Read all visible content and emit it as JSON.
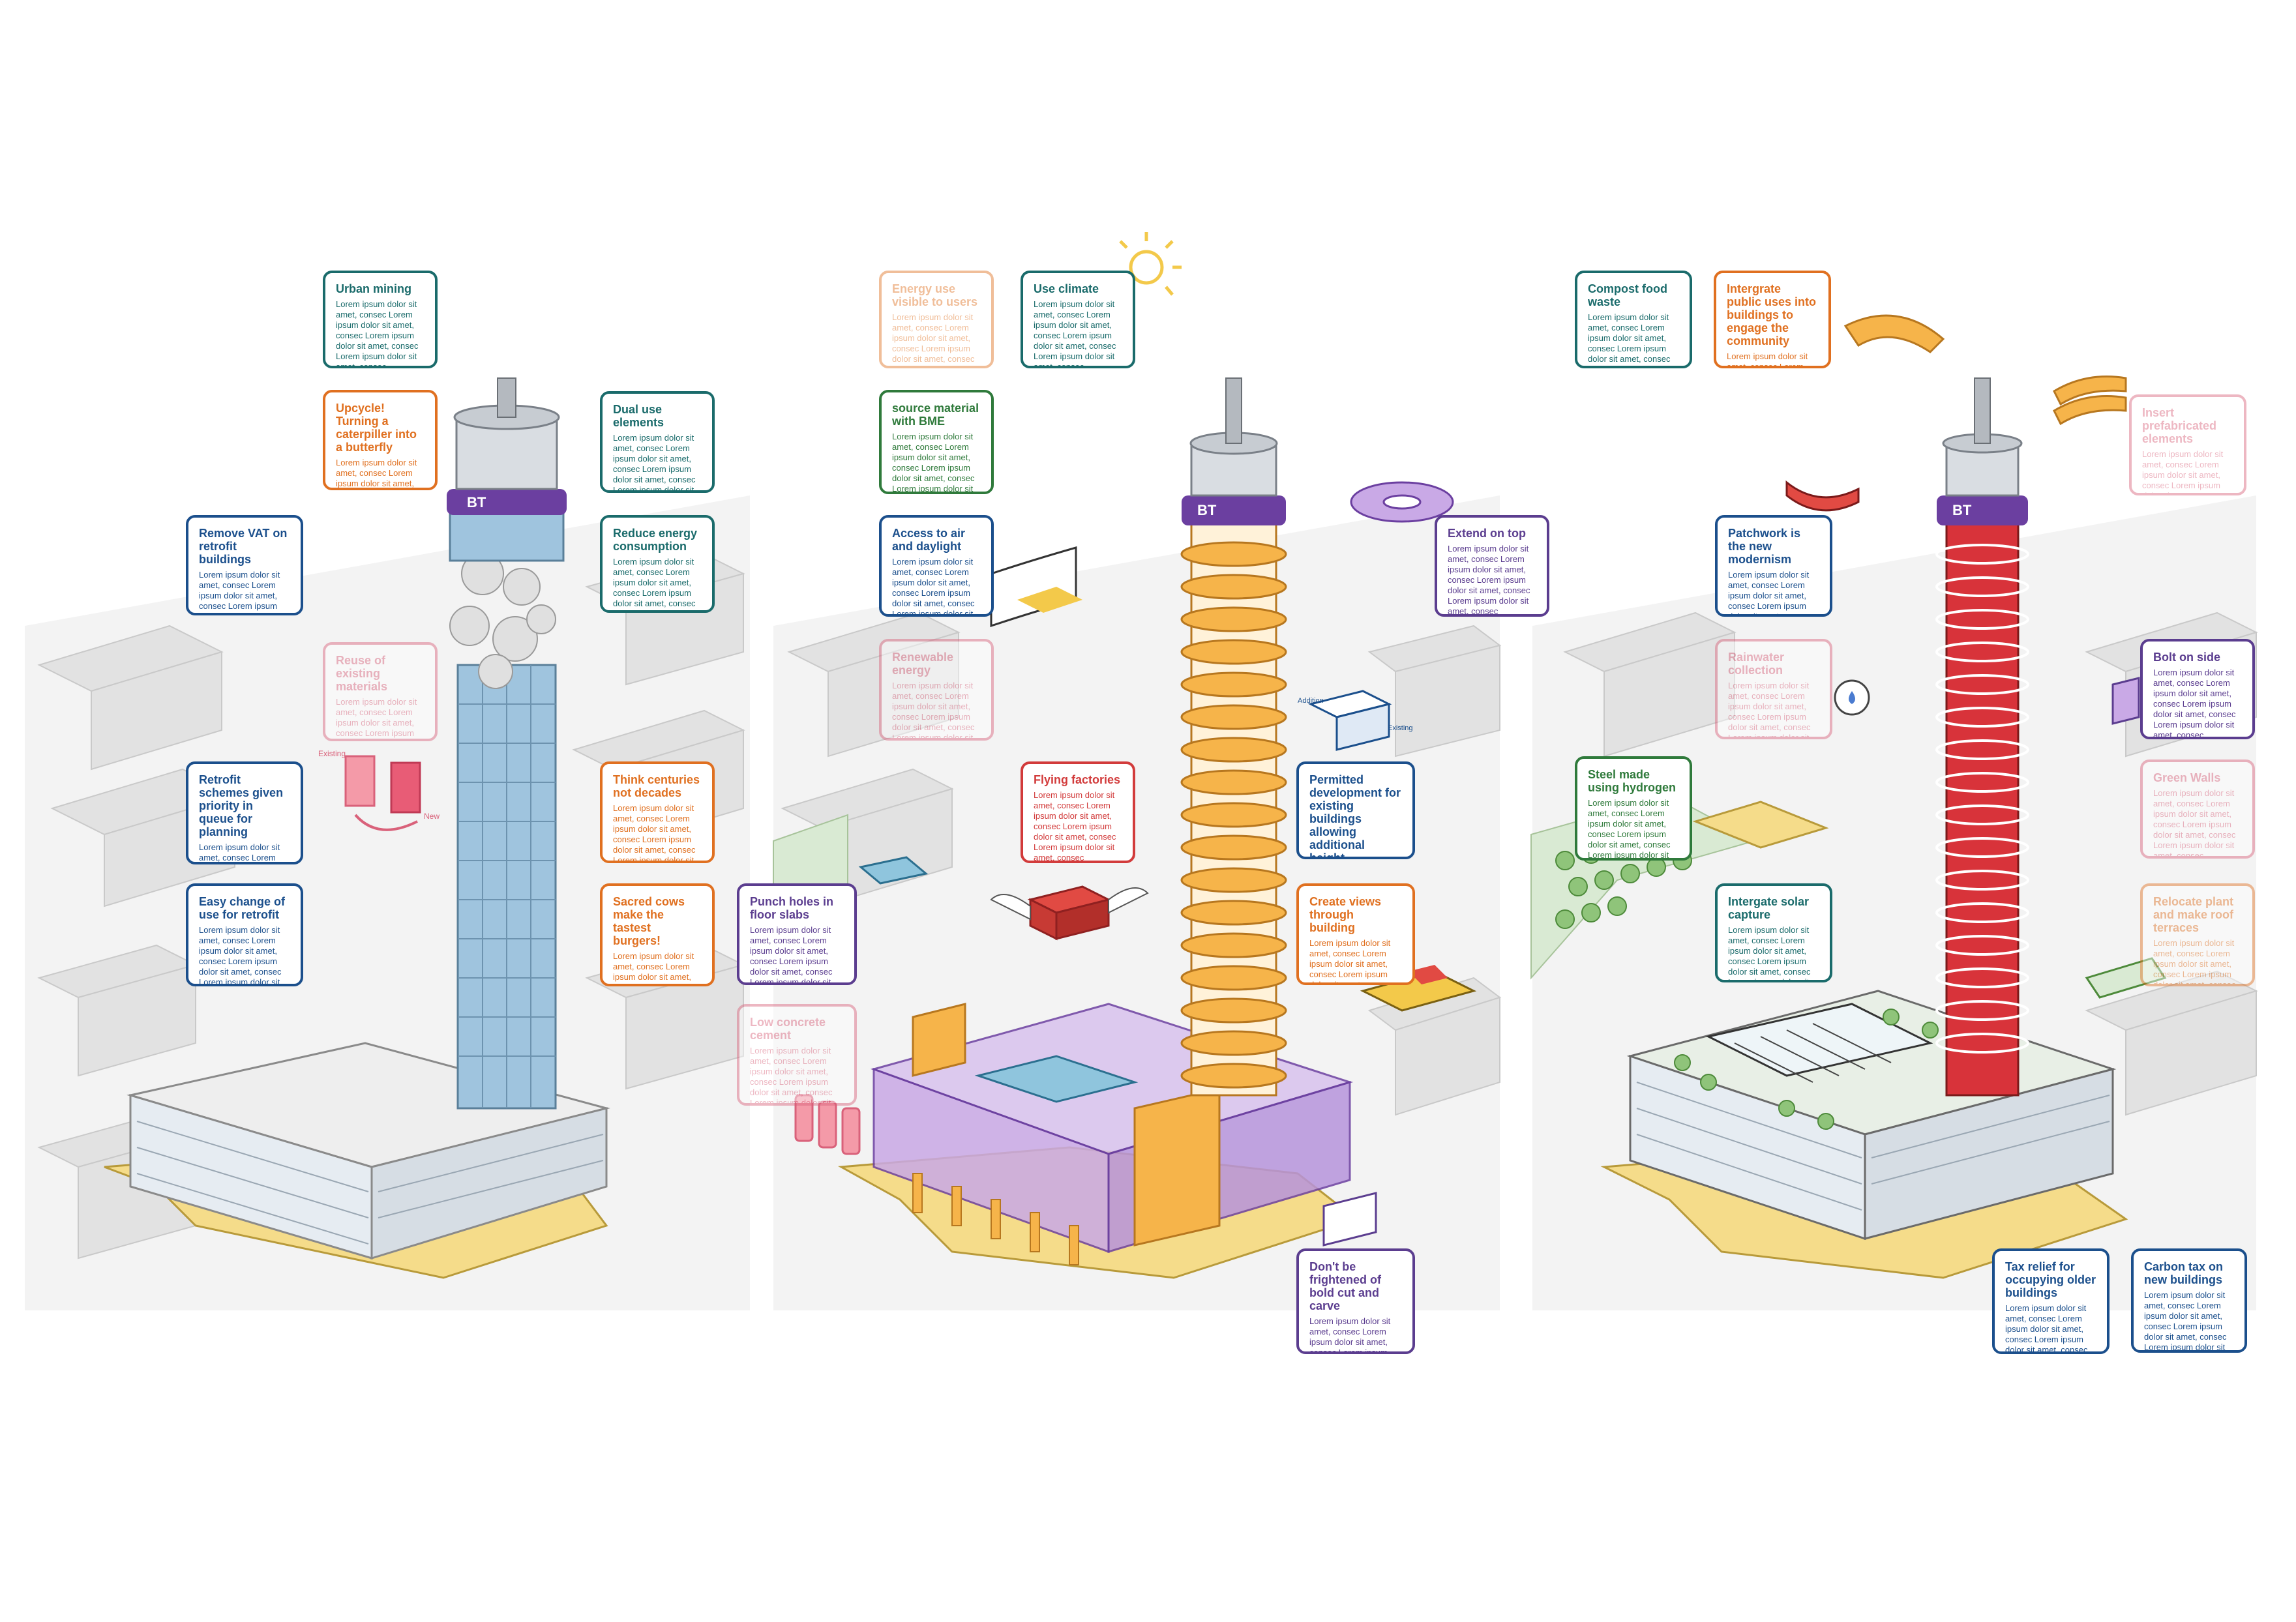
{
  "colors": {
    "blue": "#1b6a8c",
    "navy": "#1b4f8c",
    "teal": "#1a6b6b",
    "green": "#2f7a3b",
    "orange": "#e07020",
    "pink": "#d9617a",
    "purple": "#5b3d8f",
    "red": "#d23b3b",
    "yellow": "#f3c94a",
    "tower_blue": "#9fc4de",
    "tower_orange": "#f6b44a",
    "tower_red": "#d8333a",
    "band_purple": "#6b3fa0",
    "podium_purple": "#c9a9e6",
    "ground_yellow": "#f5dc8a"
  },
  "tower_label": "BT",
  "lorem": "Lorem ipsum dolor sit amet, consec Lorem ipsum dolor sit amet, consec Lorem ipsum dolor sit amet, consec Lorem ipsum dolor sit amet, consec",
  "panel1": {
    "cards": [
      {
        "id": "urban-mining",
        "title": "Urban mining",
        "color": "teal"
      },
      {
        "id": "upcycle",
        "title": "Upcycle! Turning a caterpiller into a butterfly",
        "color": "orange"
      },
      {
        "id": "dual-use",
        "title": "Dual use elements",
        "color": "teal"
      },
      {
        "id": "remove-vat",
        "title": "Remove VAT on retrofit buildings",
        "color": "navy"
      },
      {
        "id": "reduce-energy",
        "title": "Reduce energy consumption",
        "color": "teal"
      },
      {
        "id": "reuse-materials",
        "title": "Reuse of existing materials",
        "color": "pink"
      },
      {
        "id": "retrofit-priority",
        "title": "Retrofit schemes given priority in queue for planning",
        "color": "navy"
      },
      {
        "id": "think-centuries",
        "title": "Think centuries not decades",
        "color": "orange"
      },
      {
        "id": "easy-change",
        "title": "Easy change of use for retrofit",
        "color": "navy"
      },
      {
        "id": "sacred-cows",
        "title": "Sacred cows make the tastest burgers!",
        "color": "orange"
      }
    ],
    "small_labels": {
      "existing": "Existing",
      "new": "New"
    }
  },
  "panel2": {
    "cards": [
      {
        "id": "energy-visible",
        "title": "Energy use visible to users",
        "color": "orange"
      },
      {
        "id": "use-climate",
        "title": "Use climate",
        "color": "teal"
      },
      {
        "id": "source-bme",
        "title": "source material with BME",
        "color": "green"
      },
      {
        "id": "air-daylight",
        "title": "Access to air and daylight",
        "color": "navy"
      },
      {
        "id": "extend-top",
        "title": "Extend on top",
        "color": "purple"
      },
      {
        "id": "renewable",
        "title": "Renewable energy",
        "color": "pink"
      },
      {
        "id": "flying-factories",
        "title": "Flying factories",
        "color": "red"
      },
      {
        "id": "permitted-dev",
        "title": "Permitted development for existing buildings allowing additional height",
        "color": "navy"
      },
      {
        "id": "punch-holes",
        "title": "Punch holes in floor slabs",
        "color": "purple"
      },
      {
        "id": "create-views",
        "title": "Create views through building",
        "color": "orange"
      },
      {
        "id": "low-concrete",
        "title": "Low concrete cement",
        "color": "pink"
      },
      {
        "id": "dont-frightened",
        "title": "Don't be frightened of bold cut and carve",
        "color": "purple"
      }
    ],
    "small_labels": {
      "addition": "Addition",
      "existing": "Existing"
    }
  },
  "panel3": {
    "cards": [
      {
        "id": "compost",
        "title": "Compost food waste",
        "color": "teal"
      },
      {
        "id": "public-uses",
        "title": "Intergrate public uses into buildings to engage the community",
        "color": "orange"
      },
      {
        "id": "prefab",
        "title": "Insert prefabricated elements",
        "color": "pink"
      },
      {
        "id": "patchwork",
        "title": "Patchwork is the new modernism",
        "color": "navy"
      },
      {
        "id": "rainwater",
        "title": "Rainwater collection",
        "color": "pink"
      },
      {
        "id": "bolt-on",
        "title": "Bolt on side",
        "color": "purple"
      },
      {
        "id": "steel-hydrogen",
        "title": "Steel made using hydrogen",
        "color": "green"
      },
      {
        "id": "green-walls",
        "title": "Green Walls",
        "color": "pink"
      },
      {
        "id": "solar",
        "title": "Intergate solar capture",
        "color": "teal"
      },
      {
        "id": "relocate-plant",
        "title": "Relocate plant and make roof terraces",
        "color": "orange"
      },
      {
        "id": "tax-relief",
        "title": "Tax relief for occupying older buildings",
        "color": "navy"
      },
      {
        "id": "carbon-tax",
        "title": "Carbon tax on new buildings",
        "color": "navy"
      }
    ]
  }
}
